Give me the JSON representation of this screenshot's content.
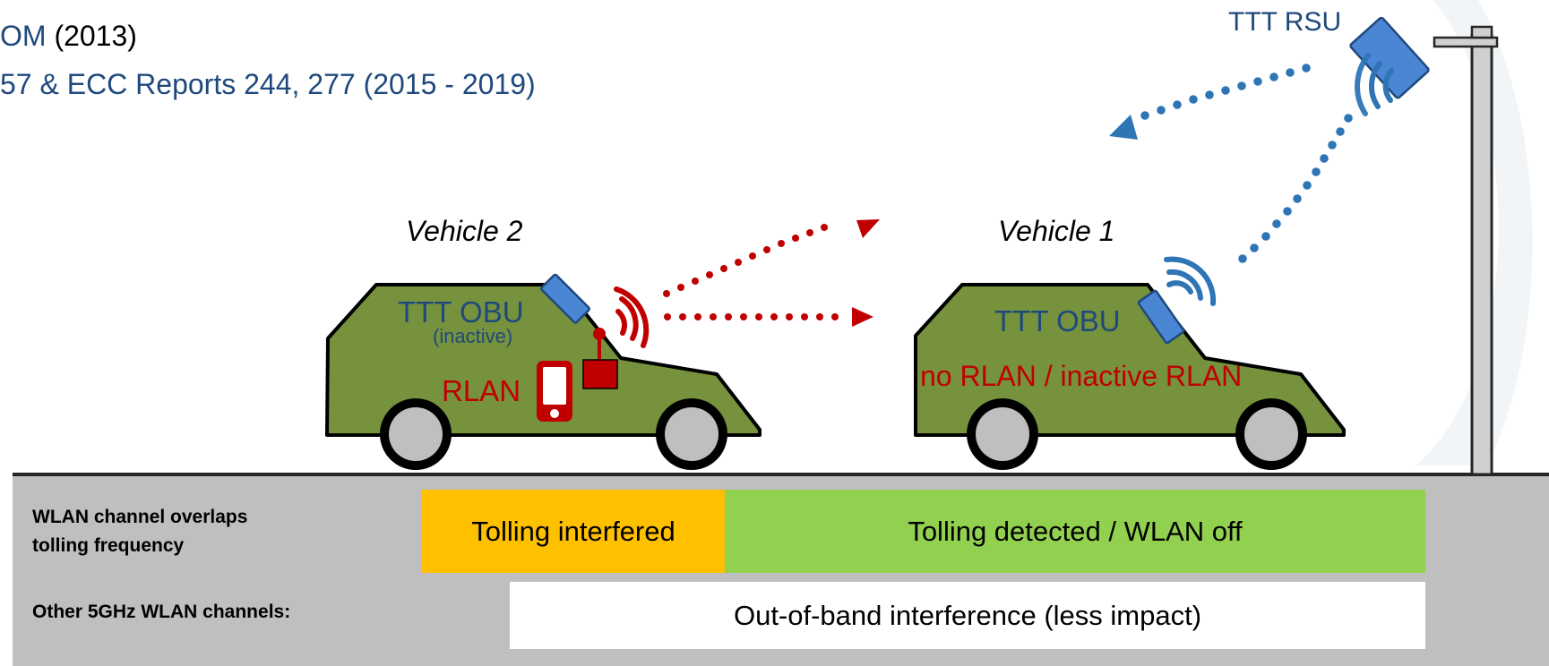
{
  "header": {
    "line1_blue": "OM",
    "line1_black": "(2013)",
    "line2": "57 & ECC Reports 244, 277 (2015 - 2019)"
  },
  "rsu": {
    "label": "TTT RSU"
  },
  "vehicle2": {
    "title": "Vehicle 2",
    "obu_label": "TTT OBU",
    "obu_status": "(inactive)",
    "rlan_label": "RLAN"
  },
  "vehicle1": {
    "title": "Vehicle 1",
    "obu_label": "TTT OBU",
    "rlan_status": "no RLAN / inactive RLAN"
  },
  "legend": {
    "row1_label_line1": "WLAN channel overlaps",
    "row1_label_line2": "tolling frequency",
    "row1_box1": "Tolling interfered",
    "row1_box2": "Tolling detected / WLAN off",
    "row2_label": "Other 5GHz WLAN channels:",
    "row2_box": "Out-of-band interference (less impact)"
  },
  "colors": {
    "car_body": "#76923c",
    "signal_red": "#c00000",
    "signal_blue": "#2e75b6",
    "device_blue": "#4a86d4",
    "interfered": "#ffc000",
    "detected": "#92d050",
    "ground": "#bfbfbf"
  }
}
